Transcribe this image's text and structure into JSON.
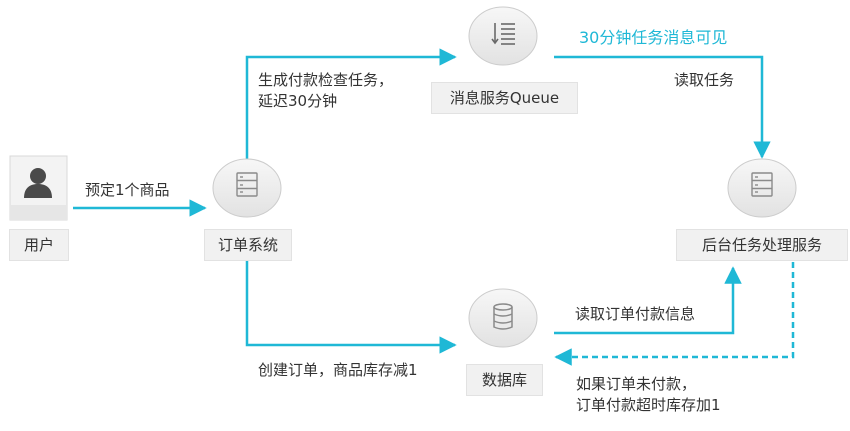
{
  "colors": {
    "accent": "#1fb8d6",
    "text": "#333333",
    "node_fill": "#ececec",
    "label_bg": "#f1f1f1",
    "icon": "#8a8a8a",
    "user_icon": "#4a4a4a"
  },
  "nodes": {
    "user": {
      "label": "用户",
      "icon": "user-icon"
    },
    "order_system": {
      "label": "订单系统",
      "icon": "server-icon"
    },
    "queue": {
      "label": "消息服务Queue",
      "icon": "list-icon"
    },
    "backend": {
      "label": "后台任务处理服务",
      "icon": "server-icon"
    },
    "database": {
      "label": "数据库",
      "icon": "database-icon"
    }
  },
  "edges": {
    "book_item": "预定1个商品",
    "create_task_line1": "生成付款检查任务，",
    "create_task_line2": "延迟30分钟",
    "visible_after": "30分钟任务消息可见",
    "read_task": "读取任务",
    "read_payment": "读取订单付款信息",
    "create_order": "创建订单，商品库存减1",
    "unpaid_line1": "如果订单未付款，",
    "unpaid_line2": "订单付款超时库存加1"
  }
}
